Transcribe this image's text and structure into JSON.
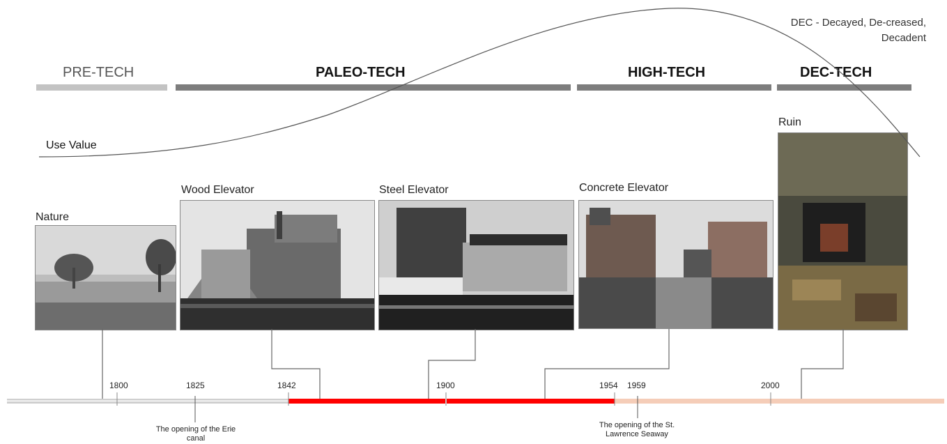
{
  "dec_note": "DEC - Decayed, De-creased, Decadent",
  "eras": [
    {
      "label": "PRE-TECH",
      "weight": "light",
      "color": "#c3c3c3"
    },
    {
      "label": "PALEO-TECH",
      "weight": "bold",
      "color": "#7d7d7d"
    },
    {
      "label": "HIGH-TECH",
      "weight": "bold",
      "color": "#7d7d7d"
    },
    {
      "label": "DEC-TECH",
      "weight": "bold",
      "color": "#7d7d7d"
    }
  ],
  "use_value_label": "Use Value",
  "stages": [
    {
      "label": "Nature"
    },
    {
      "label": "Wood Elevator"
    },
    {
      "label": "Steel Elevator"
    },
    {
      "label": "Concrete Elevator"
    },
    {
      "label": "Ruin"
    }
  ],
  "years": [
    "1800",
    "1825",
    "1842",
    "1900",
    "1954",
    "1959",
    "2000"
  ],
  "notes": {
    "erie": "The opening of the Erie canal",
    "seaway": "The opening of the St. Lawrence Seaway"
  },
  "colors": {
    "timeline_red": "#ff0000",
    "timeline_peach": "#f5cdb8",
    "timeline_grey": "#cfcfcf"
  }
}
